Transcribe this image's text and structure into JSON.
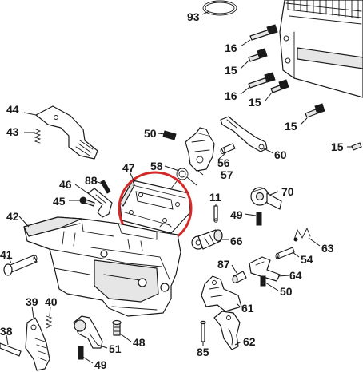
{
  "diagram": {
    "highlight_color": "#d42a2a",
    "callouts": {
      "c93": "93",
      "c16a": "16",
      "c15a": "15",
      "c16b": "16",
      "c15b": "15",
      "c15c": "15",
      "c15d": "15",
      "c44": "44",
      "c43": "43",
      "c50a": "50",
      "c60": "60",
      "c56": "56",
      "c58": "58",
      "c47": "47",
      "c88": "88",
      "c46": "46",
      "c45": "45",
      "c57": "57",
      "c70": "70",
      "c11": "11",
      "c49a": "49",
      "c42": "42",
      "c66": "66",
      "c63": "63",
      "c41": "41",
      "c54": "54",
      "c87": "87",
      "c64": "64",
      "c50b": "50",
      "c39": "39",
      "c40": "40",
      "c61": "61",
      "c38": "38",
      "c48": "48",
      "c51": "51",
      "c85": "85",
      "c62": "62",
      "c49b": "49"
    }
  }
}
